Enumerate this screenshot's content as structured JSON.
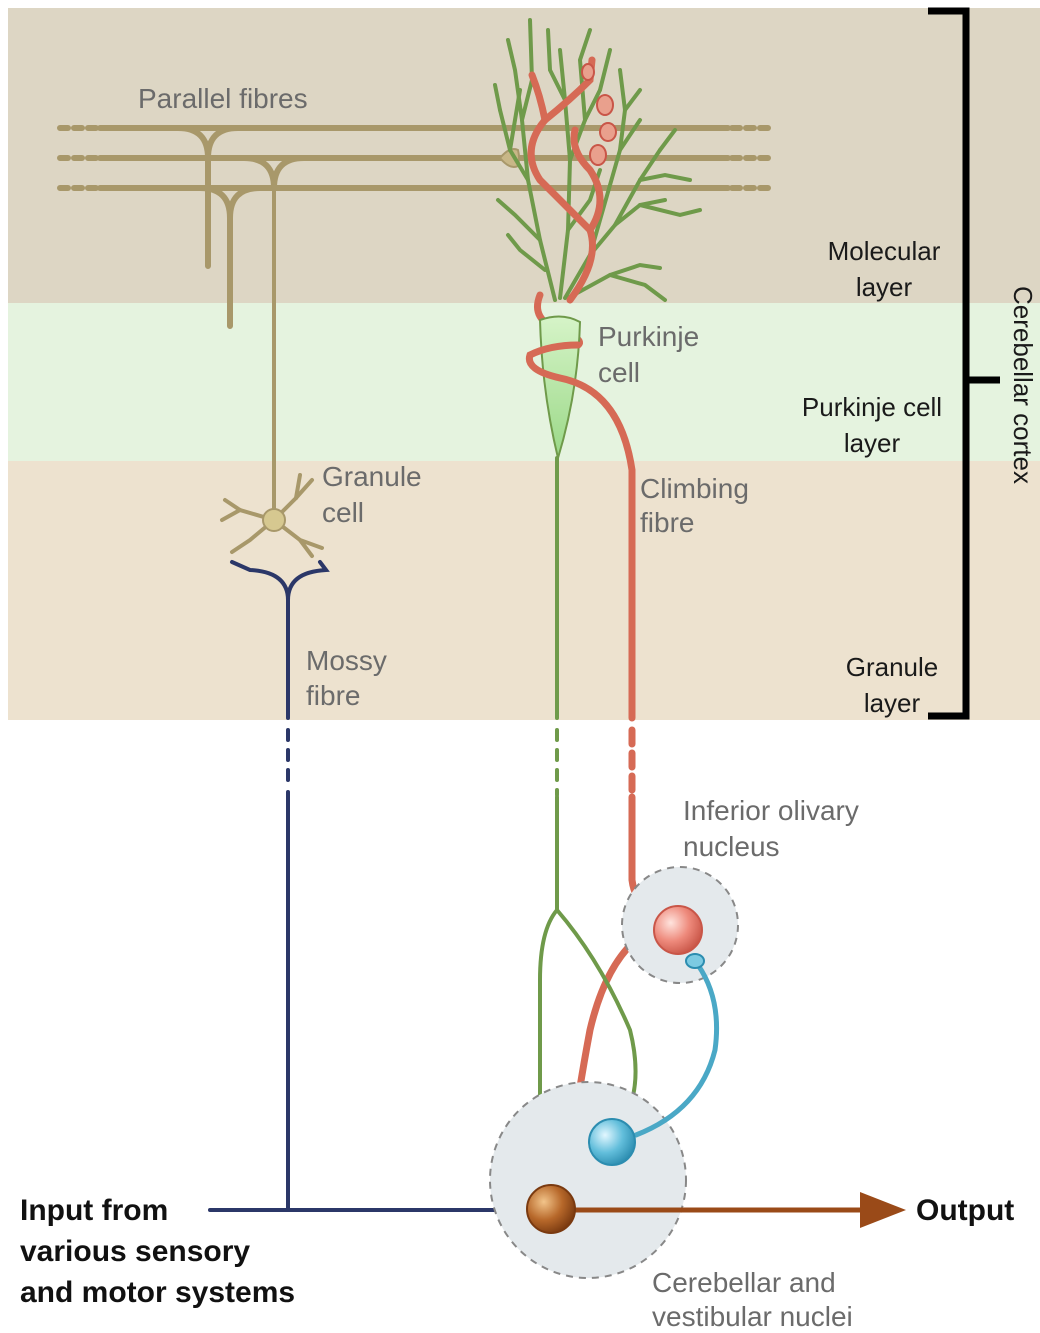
{
  "labels": {
    "parallel_fibres": "Parallel fibres",
    "purkinje_cell_l1": "Purkinje",
    "purkinje_cell_l2": "cell",
    "granule_cell_l1": "Granule",
    "granule_cell_l2": "cell",
    "climbing_fibre_l1": "Climbing",
    "climbing_fibre_l2": "fibre",
    "mossy_fibre_l1": "Mossy",
    "mossy_fibre_l2": "fibre",
    "inferior_olivary_l1": "Inferior olivary",
    "inferior_olivary_l2": "nucleus",
    "cerebellar_nuclei_l1": "Cerebellar and",
    "cerebellar_nuclei_l2": "vestibular nuclei",
    "input_l1": "Input from",
    "input_l2": "various sensory",
    "input_l3": "and motor systems",
    "output": "Output"
  },
  "layers": {
    "molecular_l1": "Molecular",
    "molecular_l2": "layer",
    "purkinje_l1": "Purkinje cell",
    "purkinje_l2": "layer",
    "granule_l1": "Granule",
    "granule_l2": "layer",
    "cerebellar_cortex": "Cerebellar cortex"
  },
  "colors": {
    "molecular_layer_bg": "#ddd6c4",
    "purkinje_layer_bg": "#e5f3df",
    "granule_layer_bg": "#ede2cf",
    "purkinje_cell": "#6f9a4a",
    "purkinje_soma": "#c8ecb8",
    "climbing_fibre": "#d66a55",
    "granule_cell": "#a8986a",
    "mossy_fibre": "#2b3768",
    "blue_neuron": "#4aa8c6",
    "output_neuron": "#9a4a18"
  }
}
